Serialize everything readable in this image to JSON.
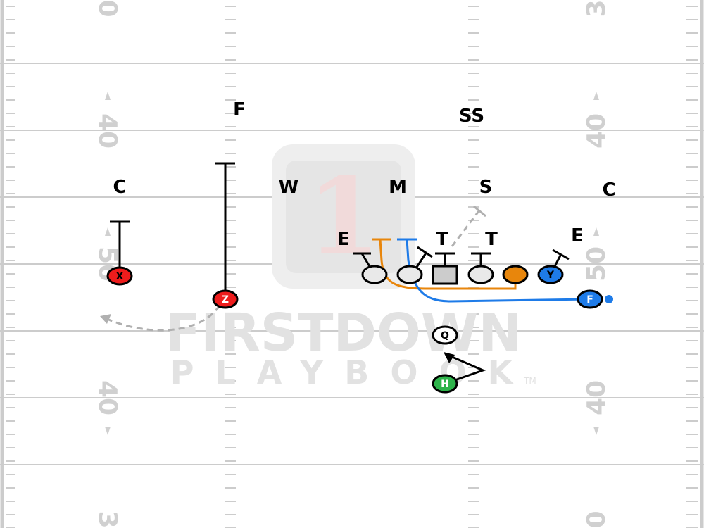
{
  "field": {
    "yard_numbers": [
      {
        "id": "top-left-30",
        "text": "0"
      },
      {
        "id": "top-right-30",
        "text": "3"
      },
      {
        "id": "left-40-upper",
        "text": "40"
      },
      {
        "id": "right-40-upper",
        "text": "40"
      },
      {
        "id": "left-50",
        "text": "50"
      },
      {
        "id": "right-50",
        "text": "50"
      },
      {
        "id": "left-40-lower",
        "text": "40"
      },
      {
        "id": "right-40-lower",
        "text": "40"
      },
      {
        "id": "bottom-left-30",
        "text": "3"
      },
      {
        "id": "bottom-right-30",
        "text": "0"
      }
    ]
  },
  "watermark": {
    "brand_top": "FIRSTDOWN",
    "brand_bottom": "PLAYBOOK",
    "trademark": "TM",
    "logo_glyph": "1"
  },
  "defense": [
    {
      "id": "f",
      "label": "F"
    },
    {
      "id": "ss",
      "label": "SS"
    },
    {
      "id": "c-left",
      "label": "C"
    },
    {
      "id": "w",
      "label": "W"
    },
    {
      "id": "m",
      "label": "M"
    },
    {
      "id": "s",
      "label": "S"
    },
    {
      "id": "c-right",
      "label": "C"
    },
    {
      "id": "e-left",
      "label": "E"
    },
    {
      "id": "t-left",
      "label": "T"
    },
    {
      "id": "t-right",
      "label": "T"
    },
    {
      "id": "e-right",
      "label": "E"
    }
  ],
  "offense": [
    {
      "id": "x",
      "label": "X",
      "color": "#ee1c1c"
    },
    {
      "id": "z",
      "label": "Z",
      "color": "#ee1c1c"
    },
    {
      "id": "y",
      "label": "Y",
      "color": "#1e7be8"
    },
    {
      "id": "f",
      "label": "F",
      "color": "#1e7be8"
    },
    {
      "id": "q",
      "label": "Q",
      "color": "#ffffff"
    },
    {
      "id": "h",
      "label": "H",
      "color": "#2db34a"
    }
  ],
  "line_colors": {
    "lineman": "#e9e9e9",
    "center": "#cccccc",
    "orange_route": "#e8860c",
    "blue_route": "#1e7be8",
    "motion": "#b0b0b0",
    "block": "#000000"
  }
}
